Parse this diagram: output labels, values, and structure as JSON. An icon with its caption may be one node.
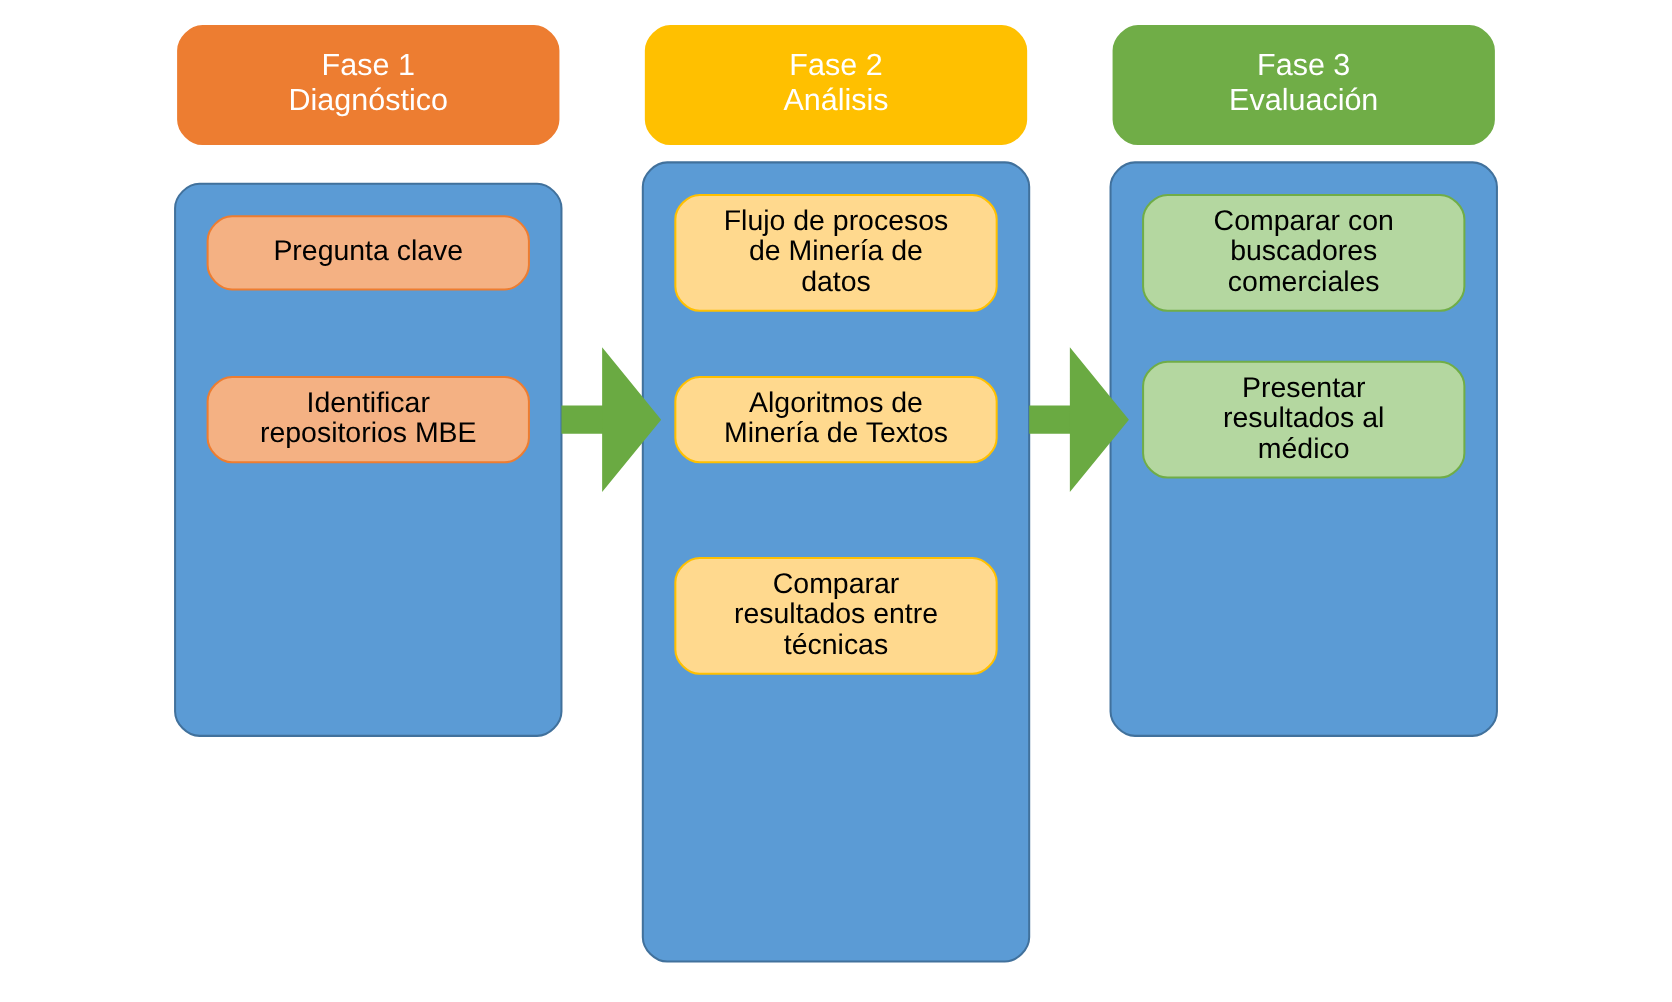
{
  "diagram": {
    "nodes": [
      {
        "text": [
          "Fase 1 Diagnóstico"
        ]
      },
      {
        "text": [],
        "shape": "box"
      },
      {
        "text": [
          "Pregunta clave"
        ],
        "in": 1
      },
      {
        "text": [
          "Identificar repositorios MBE"
        ],
        "in": 1
      },
      {
        "text": [
          "Fase 2 Análisis"
        ]
      },
      {
        "text": [],
        "shape": "box"
      },
      {
        "text": [
          "Flujo de procesos de Minería de datos"
        ],
        "in": 5
      },
      {
        "text": [
          "Algoritmos de Minería de Textos"
        ],
        "in": 5
      },
      {
        "text": [
          "Comparar resultados entre técnicas"
        ],
        "in": 5
      },
      {
        "text": [
          "Fase 3 Evaluación"
        ]
      },
      {
        "text": [],
        "shape": "box"
      },
      {
        "text": [
          "Comparar con buscadores comerciales"
        ],
        "in": 10
      },
      {
        "text": [
          "Presentar resultados al médico"
        ],
        "in": 10
      }
    ],
    "edges": [
      {
        "from": 1,
        "to": 5,
        "arrow": "to"
      },
      {
        "from": 5,
        "to": 10,
        "arrow": "to"
      }
    ]
  }
}
